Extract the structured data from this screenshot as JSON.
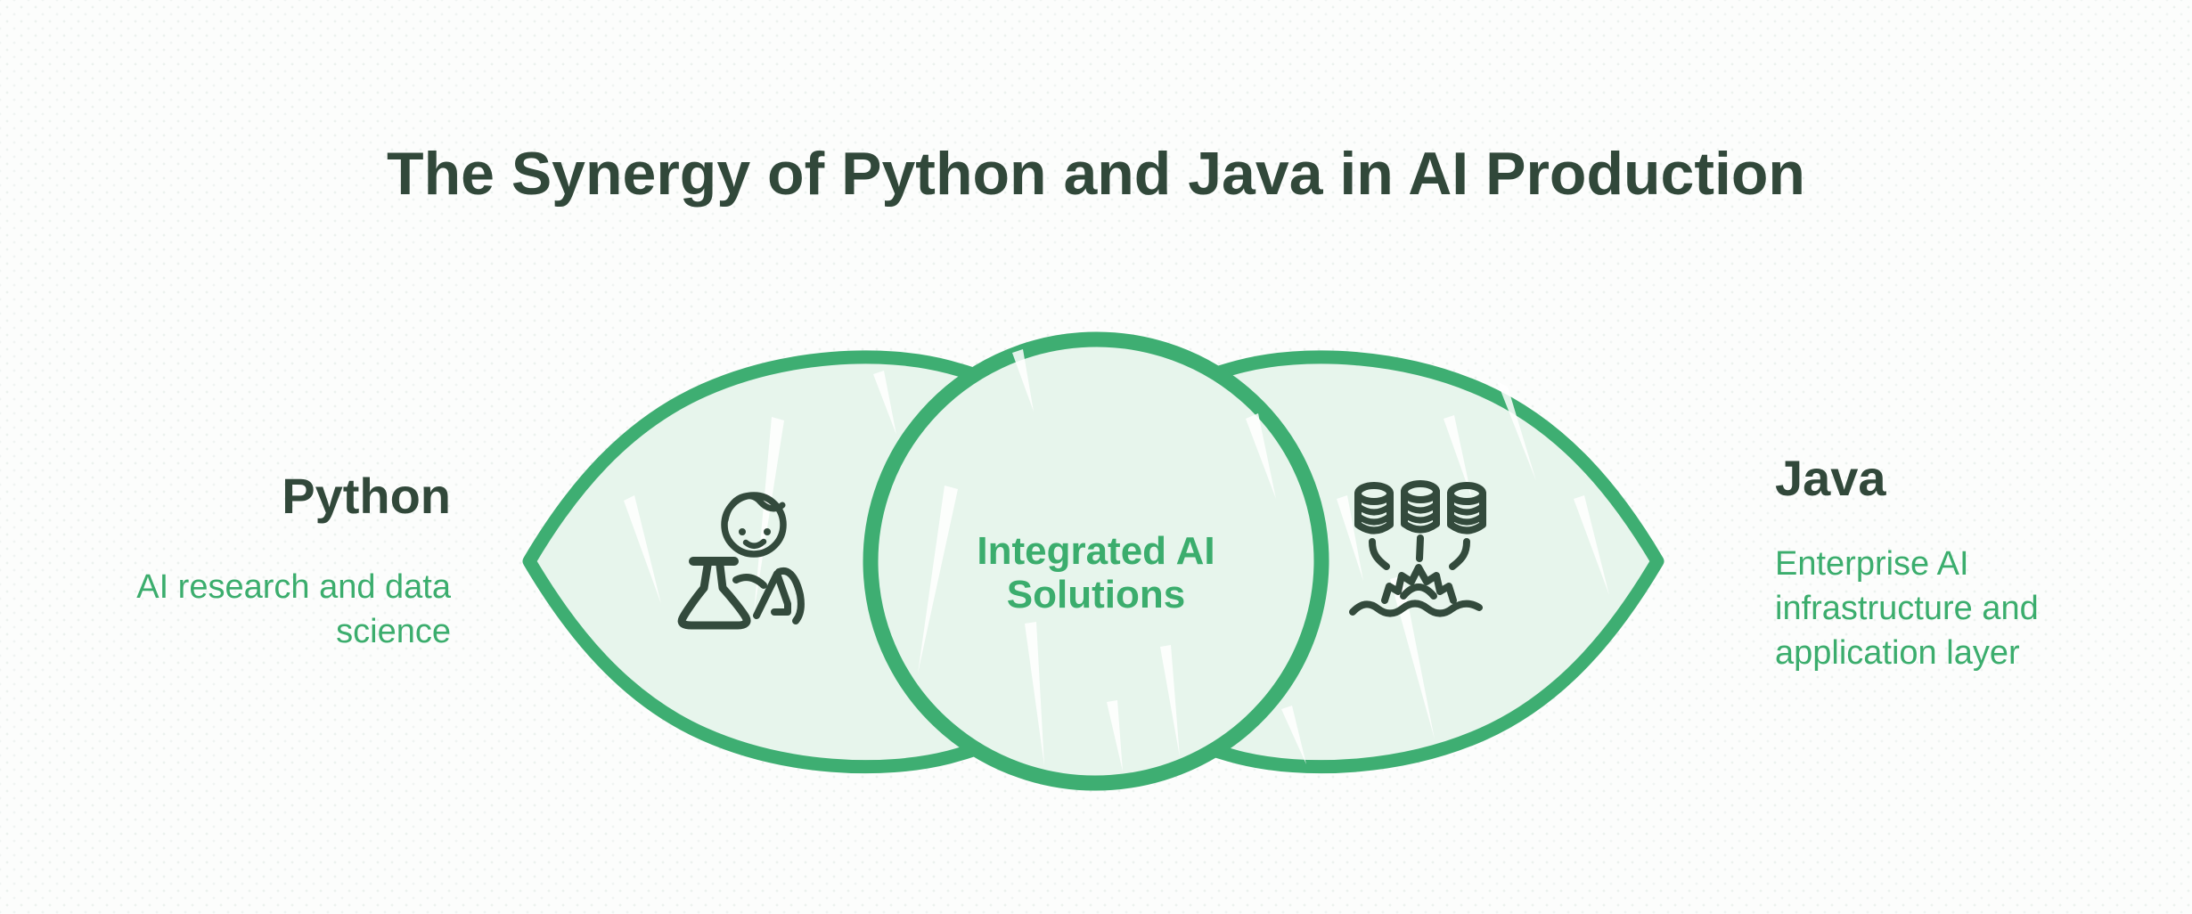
{
  "title": "The Synergy of Python and Java in AI Production",
  "diagram": {
    "left": {
      "name": "Python",
      "description": "AI research and data science",
      "icon": "scientist-flask-icon"
    },
    "right": {
      "name": "Java",
      "description": "Enterprise AI infrastructure and application layer",
      "icon": "databases-gear-icon"
    },
    "center": {
      "label": "Integrated AI Solutions"
    }
  },
  "colors": {
    "accent_green": "#3EAE72",
    "mint_fill": "#E7F5EC",
    "green_text": "#3BAD6D",
    "dark_heading": "#31483A",
    "icon_stroke": "#334A3C",
    "background": "#FCFDFC"
  }
}
